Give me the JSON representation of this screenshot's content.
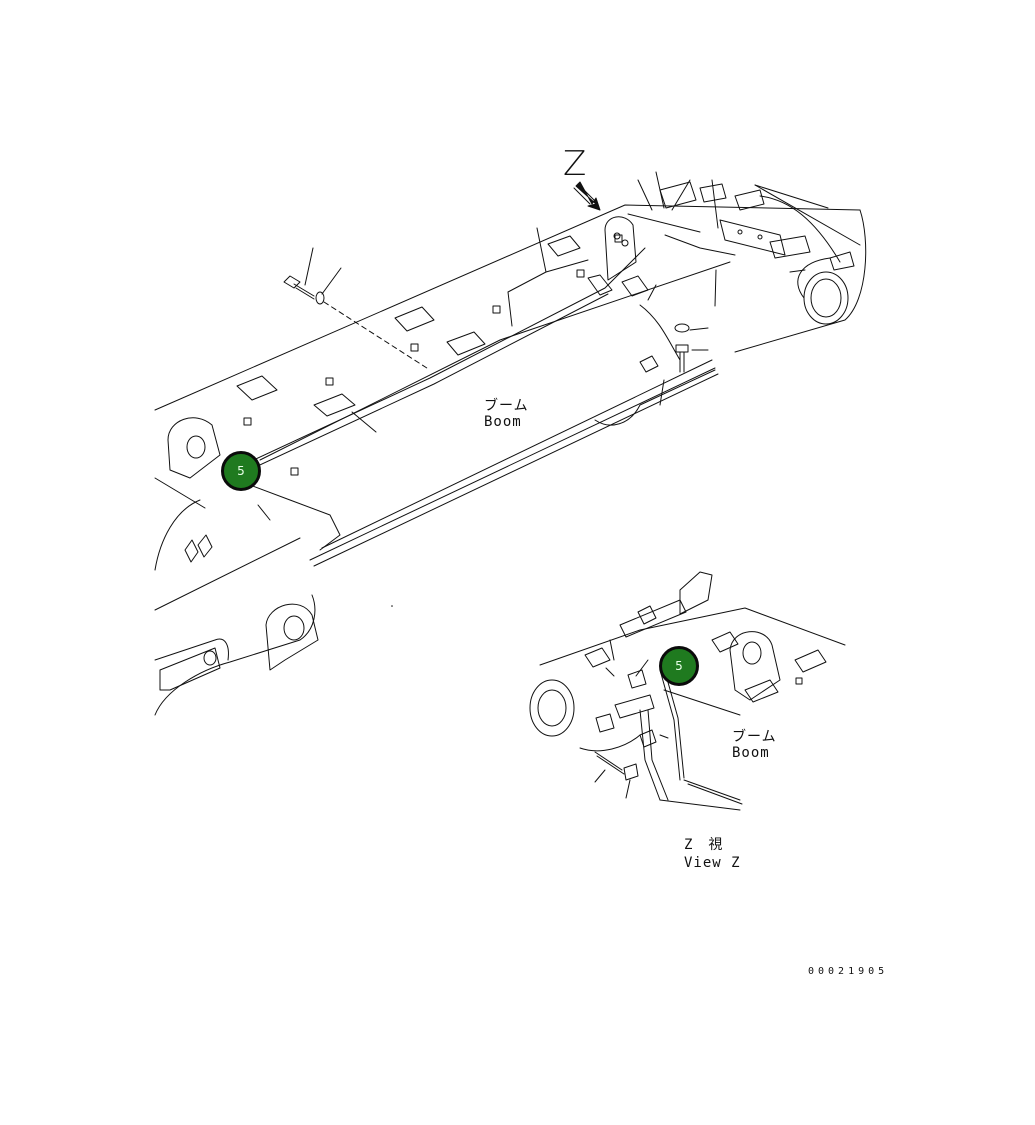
{
  "view_marker": "Z",
  "main_view": {
    "boom_label_jp": "ブーム",
    "boom_label_en": "Boom"
  },
  "detail_view": {
    "boom_label_jp": "ブーム",
    "boom_label_en": "Boom",
    "caption_jp": "Z　視",
    "caption_en": "View Z"
  },
  "callouts": [
    {
      "number": "5",
      "color": "#1f7a1f"
    },
    {
      "number": "5",
      "color": "#1f7a1f"
    }
  ],
  "document_number": "00021905"
}
